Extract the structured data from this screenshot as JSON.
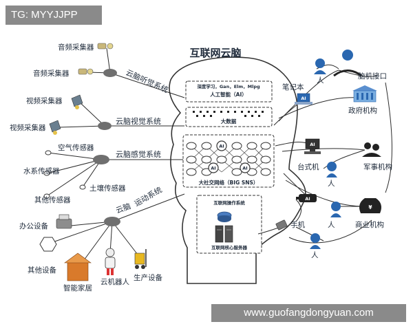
{
  "watermark_tl": "TG: MYYJJPP",
  "watermark_br": "www.guofangdongyuan.com",
  "title": "互联网云脑",
  "systems": {
    "auditory": "云脑听觉系统",
    "visual": "云脑视觉系统",
    "sensory": "云脑感觉系统",
    "motor_1": "云脑",
    "motor_2": "运动系统"
  },
  "left_devices": {
    "audio1": "音频采集器",
    "audio2": "音频采集器",
    "video1": "视频采集器",
    "video2": "视频采集器",
    "air": "空气传感器",
    "water": "水系传感器",
    "soil": "土壤传感器",
    "other_sensor": "其他传感器",
    "office": "办公设备",
    "other_device": "其他设备",
    "smart_home": "智能家居",
    "robot": "云机器人",
    "production": "生产设备"
  },
  "brain": {
    "ai_tech": "深度学习，Gan，Elm，Mlpg",
    "ai": "人工智能（AI）",
    "bigdata": "大数据",
    "ai_node": "AI",
    "sns": "大社交网络（BIG SNS）",
    "os": "互联网操作系统",
    "core": "互联网核心服务器"
  },
  "right_nodes": {
    "laptop": "笔记本",
    "bci": "脑机接口",
    "gov": "政府机构",
    "desktop": "台式机",
    "military": "军事机构",
    "phone": "手机",
    "business": "商业机构",
    "person": "人",
    "ai_badge": "AI",
    "yen": "¥"
  },
  "colors": {
    "accent": "#2a67b0",
    "node_gray": "#6f6f6f",
    "line": "#2b2b2b"
  }
}
